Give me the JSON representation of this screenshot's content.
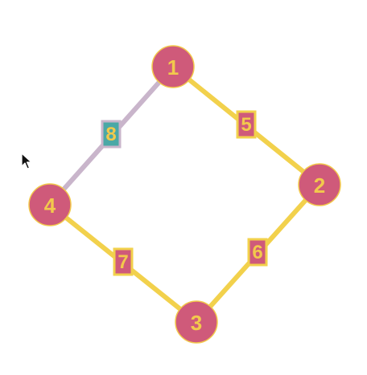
{
  "colors": {
    "node_fill": "#cf5a7a",
    "node_stroke": "#f2c94c",
    "label_text": "#f2c94c",
    "edge_active": "#f2d14c",
    "edge_inactive": "#c9b5cb",
    "badge_fill_active": "#cf5a7a",
    "badge_fill_inactive": "#4aa8a6"
  },
  "nodes": [
    {
      "id": "1",
      "label": "1"
    },
    {
      "id": "2",
      "label": "2"
    },
    {
      "id": "3",
      "label": "3"
    },
    {
      "id": "4",
      "label": "4"
    }
  ],
  "edges": [
    {
      "from": "1",
      "to": "2",
      "weight": "5",
      "state": "active"
    },
    {
      "from": "2",
      "to": "3",
      "weight": "6",
      "state": "active"
    },
    {
      "from": "3",
      "to": "4",
      "weight": "7",
      "state": "active"
    },
    {
      "from": "4",
      "to": "1",
      "weight": "8",
      "state": "inactive"
    }
  ]
}
